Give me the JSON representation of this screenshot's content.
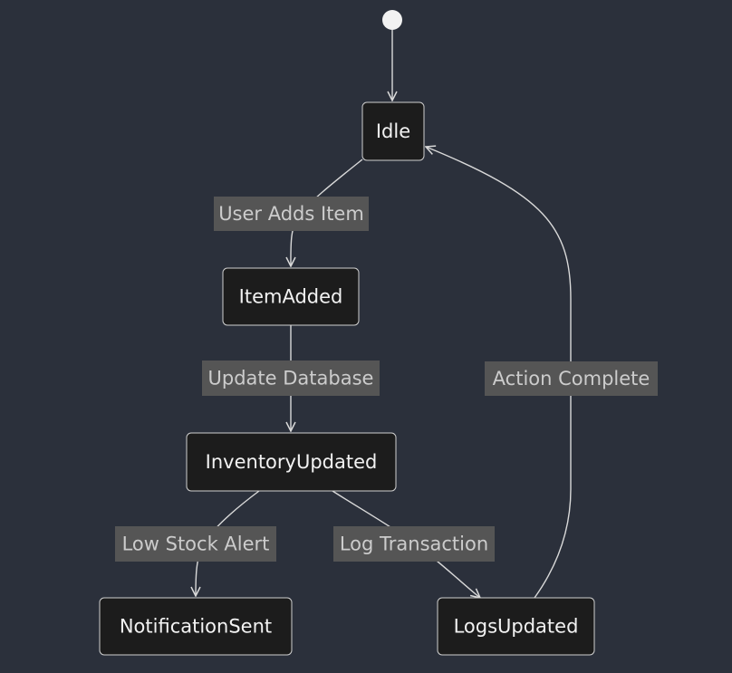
{
  "diagram": {
    "type": "state-diagram",
    "states": [
      {
        "id": "idle",
        "label": "Idle"
      },
      {
        "id": "item-added",
        "label": "ItemAdded"
      },
      {
        "id": "inventory-updated",
        "label": "InventoryUpdated"
      },
      {
        "id": "notification-sent",
        "label": "NotificationSent"
      },
      {
        "id": "logs-updated",
        "label": "LogsUpdated"
      }
    ],
    "transitions": [
      {
        "id": "start-to-idle",
        "from": "start",
        "to": "idle",
        "label": ""
      },
      {
        "id": "user-adds-item",
        "from": "idle",
        "to": "item-added",
        "label": "User Adds Item"
      },
      {
        "id": "update-database",
        "from": "item-added",
        "to": "inventory-updated",
        "label": "Update Database"
      },
      {
        "id": "low-stock-alert",
        "from": "inventory-updated",
        "to": "notification-sent",
        "label": "Low Stock Alert"
      },
      {
        "id": "log-transaction",
        "from": "inventory-updated",
        "to": "logs-updated",
        "label": "Log Transaction"
      },
      {
        "id": "action-complete",
        "from": "logs-updated",
        "to": "idle",
        "label": "Action Complete"
      }
    ],
    "colors": {
      "background": "#2b303b",
      "node_fill": "#1c1c1c",
      "node_stroke": "#cfcfcf",
      "node_text": "#f2f2f2",
      "edge": "#d9d9d9",
      "edge_label_bg": "#555555",
      "edge_label_text": "#cccccc"
    }
  }
}
